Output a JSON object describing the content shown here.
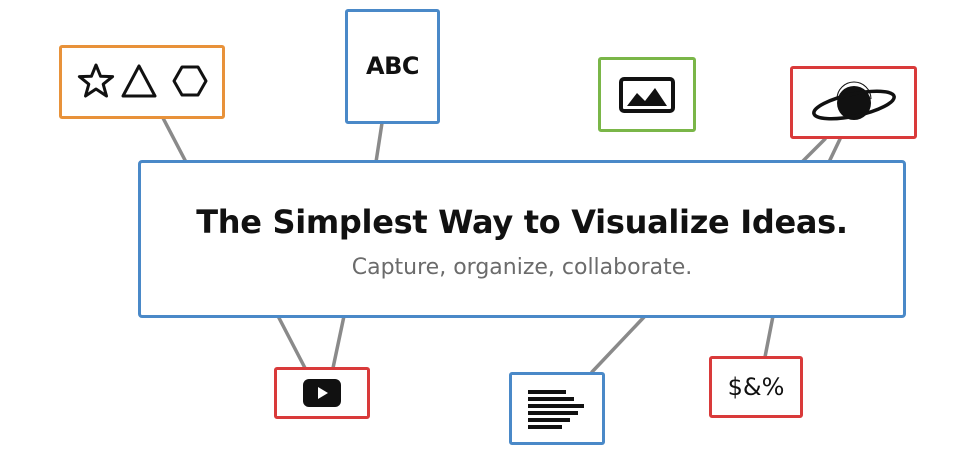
{
  "headline": "The Simplest Way to Visualize Ideas.",
  "tagline": "Capture, organize, collaborate.",
  "nodes": {
    "shapes": {
      "icon": "star-triangle-hexagon-icon",
      "color": "#e8923a"
    },
    "text": {
      "label": "ABC",
      "color": "#4a89c8"
    },
    "image": {
      "icon": "image-icon",
      "color": "#7ab648"
    },
    "planet": {
      "icon": "planet-icon",
      "color": "#d93a3a"
    },
    "video": {
      "icon": "play-icon",
      "color": "#d93a3a"
    },
    "document": {
      "icon": "text-lines-icon",
      "color": "#4a89c8"
    },
    "symbols": {
      "label": "$&%",
      "color": "#d93a3a"
    }
  },
  "colors": {
    "connector": "#8a8a8a",
    "main_border": "#4a89c8",
    "headline": "#111111",
    "tagline": "#6b6b6b"
  }
}
